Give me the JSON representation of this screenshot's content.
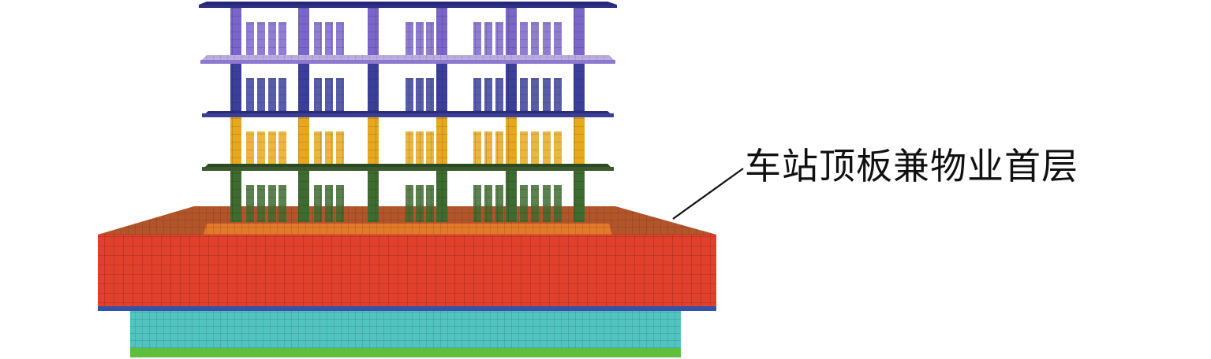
{
  "annotation": {
    "label": "车站顶板兼物业首层"
  },
  "colors": {
    "roof_slab": "#2e2f86",
    "upper_floor_slab": "#a892d6",
    "mid_floor_slab": "#3a3f95",
    "lower_floor_slab": "#3d5a2e",
    "upper_columns": "#7a66c8",
    "mid_columns": "#3b3f9a",
    "yellow_columns": "#e8a81e",
    "green_columns": "#3e6b2f",
    "station_top_slab": "#e27a2a",
    "station_top_slab_rear": "#b3552a",
    "station_body": "#e0402c",
    "station_base_band": "#3552a8",
    "foundation_block": "#52c4c0",
    "foundation_base": "#5fbf3c",
    "mesh_line": "#333333"
  },
  "components": [
    "roof-slab",
    "upper-floor-slab",
    "mid-floor-slab",
    "lower-floor-slab",
    "building-columns",
    "station-roof-slab",
    "station-body",
    "foundation-block"
  ]
}
